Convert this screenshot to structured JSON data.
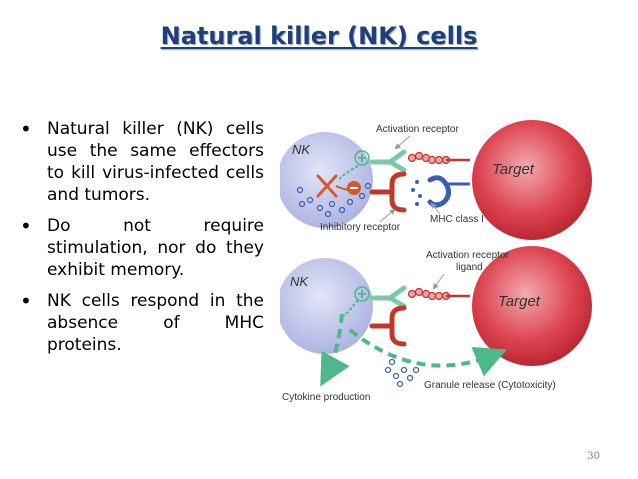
{
  "slide": {
    "title": "Natural killer (NK) cells",
    "bullets": [
      "Natural killer (NK) cells use the same effectors to kill virus-infected cells and tumors.",
      "Do not require stimulation, nor do they exhibit memory.",
      "NK cells respond in the absence of MHC proteins."
    ],
    "page_number": "30"
  },
  "diagram": {
    "top": {
      "nk_label": "NK",
      "target_label": "Target",
      "activation_receptor": "Activation receptor",
      "mhc_class": "MHC class I",
      "inhibitory_receptor": "Inhibitory receptor"
    },
    "bottom": {
      "nk_label": "NK",
      "target_label": "Target",
      "activation_receptor_ligand_line1": "Activation receptor",
      "activation_receptor_ligand_line2": "ligand",
      "granule_release": "Granule release (Cytotoxicity)",
      "cytokine_production": "Cytokine production"
    },
    "colors": {
      "title": "#1f3f7a",
      "nk_cell": "#c6cbee",
      "target_cell": "#d8323f",
      "receptor_green": "#7cc8a8",
      "receptor_red": "#c0382b",
      "arrow_green": "#4db88a"
    }
  }
}
